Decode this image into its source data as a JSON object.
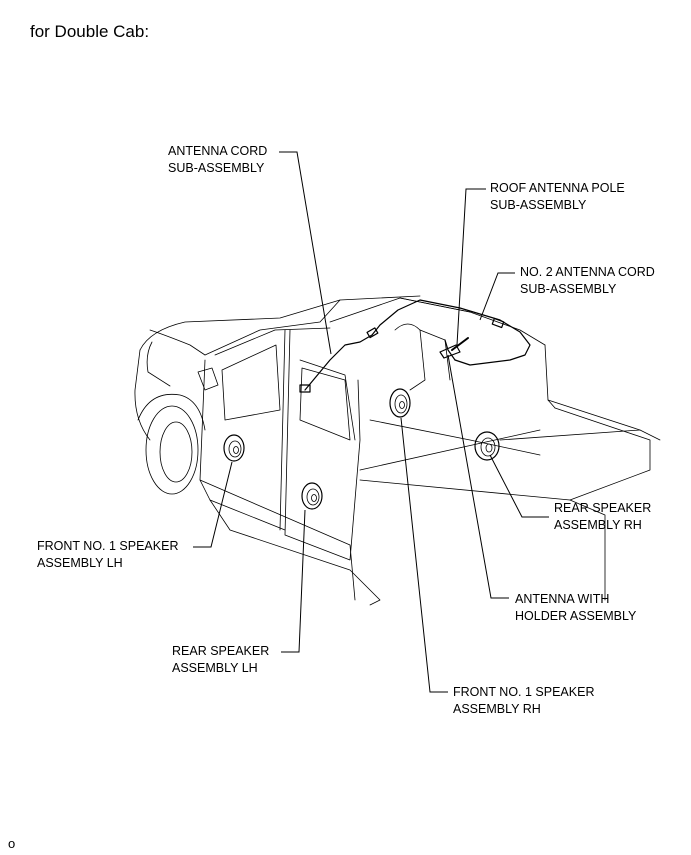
{
  "header": {
    "caption": "for Double Cab:"
  },
  "labels": {
    "antenna_cord": [
      "ANTENNA CORD",
      "SUB-ASSEMBLY"
    ],
    "roof_antenna_pole": [
      "ROOF ANTENNA POLE",
      "SUB-ASSEMBLY"
    ],
    "no2_antenna_cord": [
      "NO. 2 ANTENNA CORD",
      "SUB-ASSEMBLY"
    ],
    "rear_speaker_rh": [
      "REAR SPEAKER",
      "ASSEMBLY RH"
    ],
    "front_speaker_lh": [
      "FRONT NO. 1 SPEAKER",
      "ASSEMBLY LH"
    ],
    "antenna_holder": [
      "ANTENNA WITH",
      "HOLDER ASSEMBLY"
    ],
    "rear_speaker_lh": [
      "REAR SPEAKER",
      "ASSEMBLY LH"
    ],
    "front_speaker_rh": [
      "FRONT NO. 1 SPEAKER",
      "ASSEMBLY RH"
    ]
  },
  "footer": {
    "code": "o"
  }
}
